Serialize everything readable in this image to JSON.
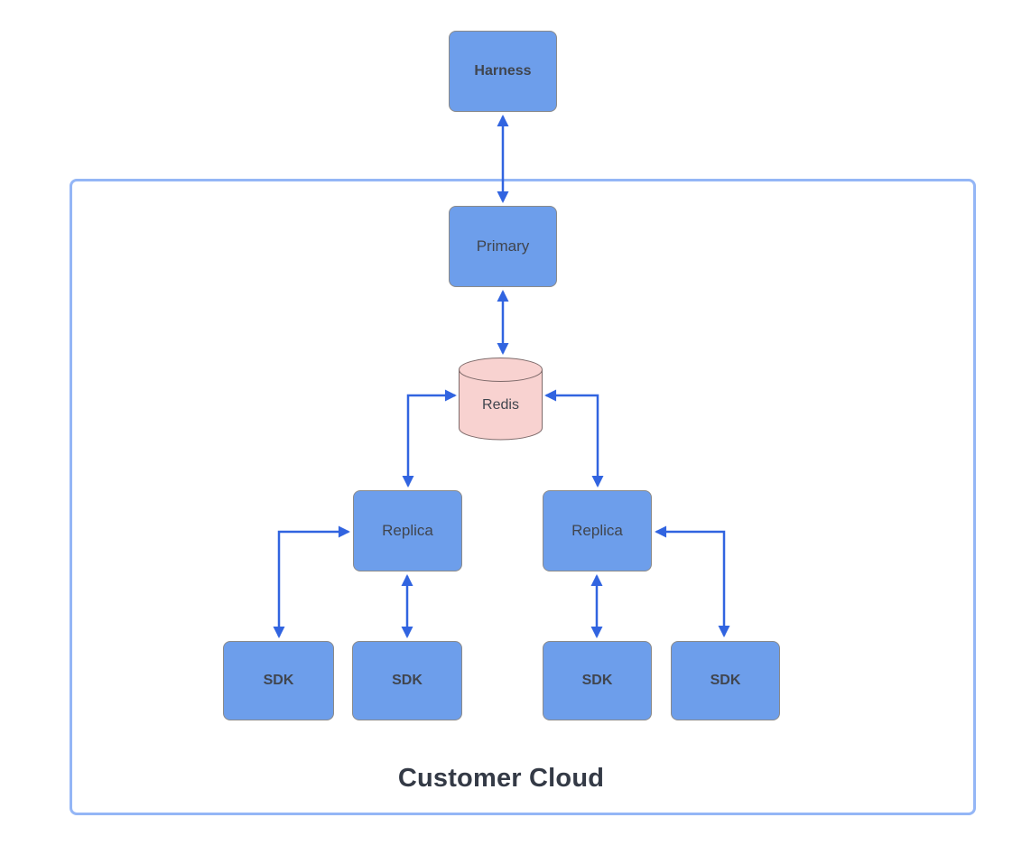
{
  "diagram": {
    "container": {
      "title": "Customer Cloud"
    },
    "nodes": {
      "harness": {
        "label": "Harness",
        "shape": "rectangle",
        "location": "outside-container"
      },
      "primary": {
        "label": "Primary",
        "shape": "rectangle",
        "location": "inside-container"
      },
      "redis": {
        "label": "Redis",
        "shape": "cylinder",
        "location": "inside-container"
      },
      "replica_left": {
        "label": "Replica",
        "shape": "rectangle",
        "location": "inside-container"
      },
      "replica_right": {
        "label": "Replica",
        "shape": "rectangle",
        "location": "inside-container"
      },
      "sdk_1": {
        "label": "SDK",
        "shape": "rectangle",
        "location": "inside-container"
      },
      "sdk_2": {
        "label": "SDK",
        "shape": "rectangle",
        "location": "inside-container"
      },
      "sdk_3": {
        "label": "SDK",
        "shape": "rectangle",
        "location": "inside-container"
      },
      "sdk_4": {
        "label": "SDK",
        "shape": "rectangle",
        "location": "inside-container"
      }
    },
    "edges": [
      {
        "from": "harness",
        "to": "primary",
        "bidirectional": true,
        "style": "straight-vertical"
      },
      {
        "from": "primary",
        "to": "redis",
        "bidirectional": true,
        "style": "straight-vertical"
      },
      {
        "from": "redis",
        "to": "replica_left",
        "bidirectional": true,
        "style": "elbow"
      },
      {
        "from": "redis",
        "to": "replica_right",
        "bidirectional": true,
        "style": "elbow"
      },
      {
        "from": "replica_left",
        "to": "sdk_2",
        "bidirectional": true,
        "style": "straight-vertical"
      },
      {
        "from": "replica_right",
        "to": "sdk_3",
        "bidirectional": true,
        "style": "straight-vertical"
      },
      {
        "from": "replica_left",
        "to": "sdk_1",
        "bidirectional": true,
        "style": "elbow"
      },
      {
        "from": "replica_right",
        "to": "sdk_4",
        "bidirectional": true,
        "style": "elbow"
      }
    ],
    "colors": {
      "node_fill": "#6d9eeb",
      "node_border": "#8a8a8a",
      "redis_fill": "#f8d2d0",
      "redis_border": "#7e6a6a",
      "arrow": "#3164e0",
      "container_border": "#94b6f6",
      "container_fill": "#ffffff",
      "label_text": "#40454e",
      "title_text": "#343a46"
    }
  }
}
